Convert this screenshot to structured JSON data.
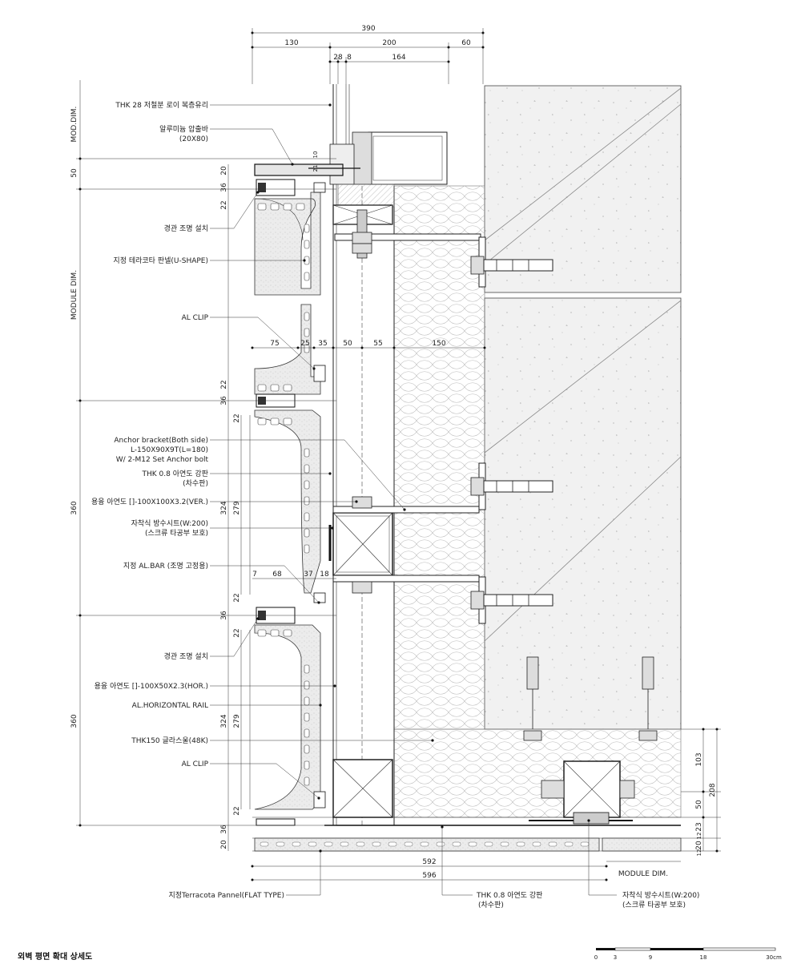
{
  "title": "외벽 평면 확대 상세도",
  "top_dims": {
    "total": "390",
    "row2": [
      "130",
      "200",
      "60"
    ],
    "row3": [
      "28",
      "8",
      "164"
    ]
  },
  "mid_dims": [
    "75",
    "25",
    "35",
    "50",
    "55",
    "150"
  ],
  "lower_dims": [
    "7",
    "68",
    "37",
    "18"
  ],
  "bottom_dims": {
    "d592": "592",
    "d596": "596",
    "module": "MODULE DIM."
  },
  "left_dims": {
    "mod_dim": "MOD.DIM.",
    "d50": "50",
    "module_dim": "MODULE DIM.",
    "d360a": "360",
    "d360b": "360"
  },
  "inner_dims": [
    "20",
    "36",
    "22",
    "22",
    "36",
    "22",
    "22",
    "36",
    "22",
    "22",
    "36",
    "20",
    "324",
    "279",
    "324",
    "279"
  ],
  "right_dims": [
    "103",
    "50",
    "208",
    "23",
    "12",
    "20",
    "12"
  ],
  "small_dims": [
    "10",
    "21"
  ],
  "left_labels": [
    "THK 28 저철분 로이 복층유리",
    "알루미늄 압출바",
    "(20X80)",
    "경관 조명 설치",
    "지정 테라코타 판넬(U-SHAPE)",
    "AL CLIP",
    "Anchor bracket(Both side)",
    "L-150X90X9T(L=180)",
    "W/ 2-M12 Set Anchor bolt",
    "THK 0.8 아연도 강판",
    "(차수판)",
    "용융 아연도 []-100X100X3.2(VER.)",
    "자착식 방수시트(W:200)",
    "(스크류 타공부 보호)",
    "지정 AL.BAR (조명 고정용)",
    "경관 조명 설치",
    "용융 아연도 []-100X50X2.3(HOR.)",
    "AL.HORIZONTAL RAIL",
    "THK150 글라스울(48K)",
    "AL CLIP"
  ],
  "bottom_labels": {
    "flat": "지정Terracota Pannel(FLAT TYPE)",
    "plate": "THK 0.8 아연도 강판",
    "plate_sub": "(차수판)",
    "sheet": "자착식 방수시트(W:200)",
    "sheet_sub": "(스크류 타공부 보호)"
  },
  "scale_bar": {
    "ticks": [
      "0",
      "3",
      "9",
      "18",
      "30cm"
    ]
  }
}
